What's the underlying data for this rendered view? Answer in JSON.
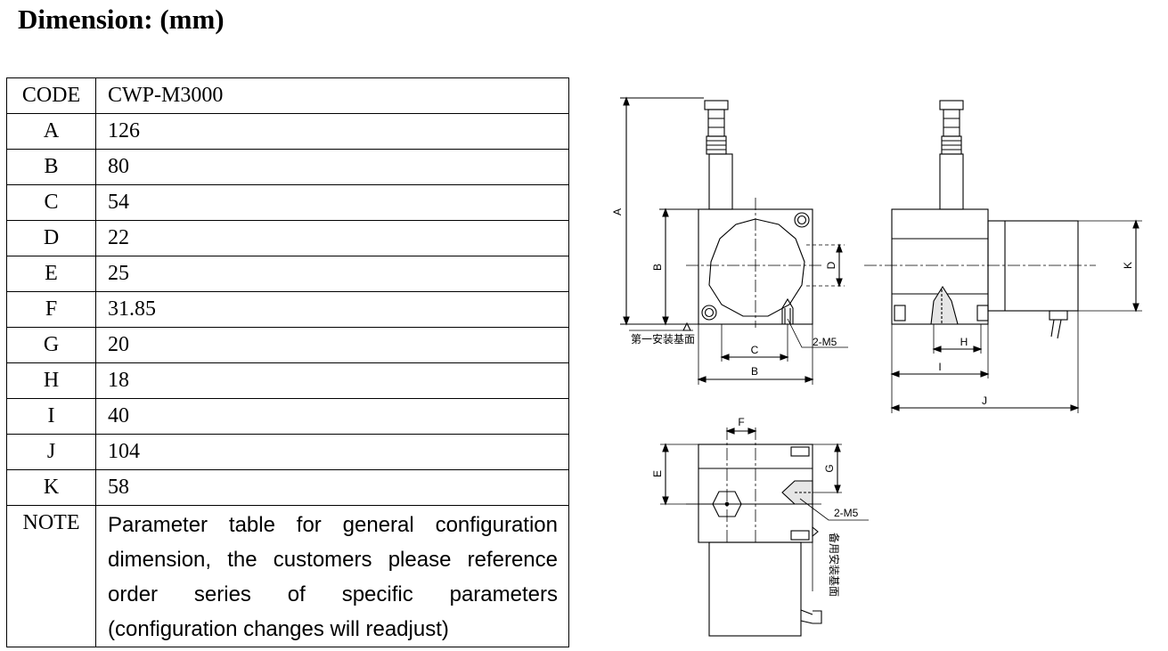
{
  "heading": "Dimension: (mm)",
  "table": {
    "header": {
      "code": "CODE",
      "value": "CWP-M3000"
    },
    "rows": [
      {
        "code": "A",
        "value": "126"
      },
      {
        "code": "B",
        "value": "80"
      },
      {
        "code": "C",
        "value": "54"
      },
      {
        "code": "D",
        "value": "22"
      },
      {
        "code": "E",
        "value": "25"
      },
      {
        "code": "F",
        "value": "31.85"
      },
      {
        "code": "G",
        "value": "20"
      },
      {
        "code": "H",
        "value": "18"
      },
      {
        "code": "I",
        "value": "40"
      },
      {
        "code": "J",
        "value": "104"
      },
      {
        "code": "K",
        "value": "58"
      }
    ],
    "note": {
      "code": "NOTE",
      "text": "Parameter table for general configuration dimension, the customers please reference order series of specific parameters (configuration changes will readjust)"
    }
  },
  "drawing": {
    "labels": {
      "A": "A",
      "B": "B",
      "C": "C",
      "D": "D",
      "E": "E",
      "F": "F",
      "G": "G",
      "H": "H",
      "I": "I",
      "J": "J",
      "K": "K"
    },
    "thread_label": "2-M5",
    "mount_base_label": "第一安装基面",
    "spare_base_label": "备用安装基面"
  }
}
